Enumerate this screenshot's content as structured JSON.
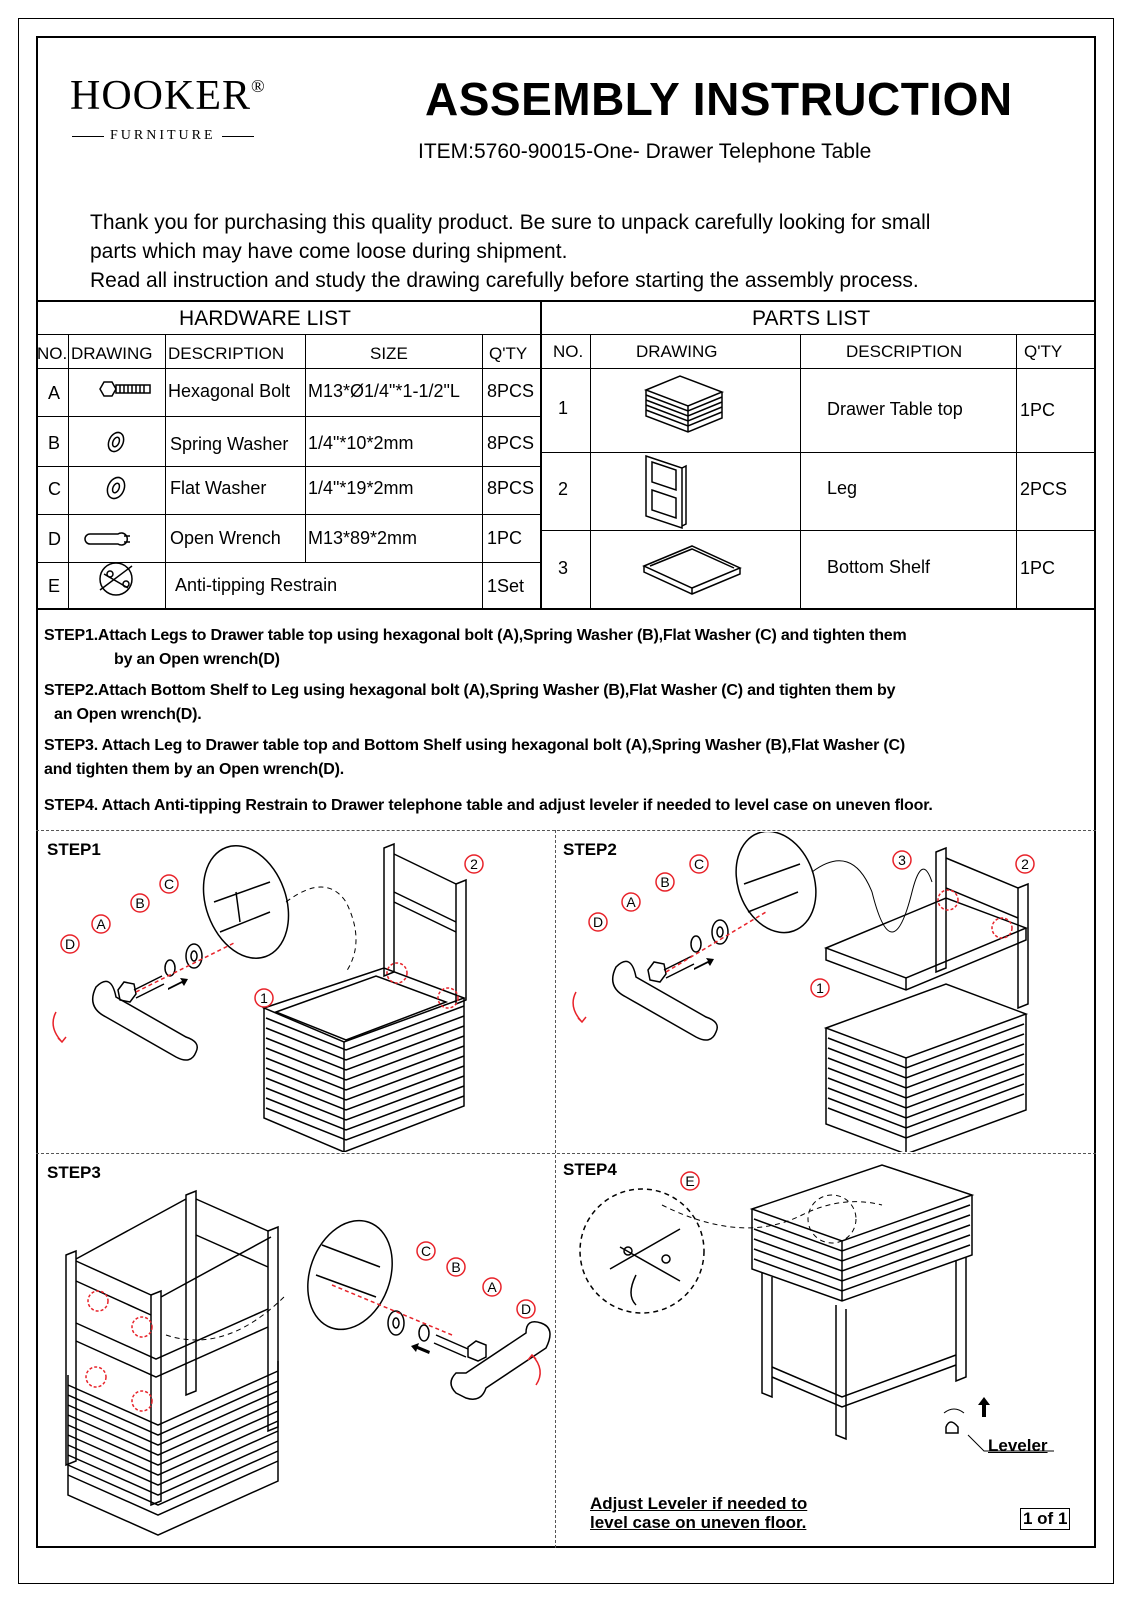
{
  "brand": {
    "name": "HOOKER",
    "reg": "®",
    "sub": "FURNITURE"
  },
  "title": "ASSEMBLY INSTRUCTION",
  "item": "ITEM:5760-90015-One- Drawer Telephone Table",
  "intro": [
    "Thank you for purchasing this quality product. Be sure to unpack carefully looking for small",
    "parts which may have come loose during shipment.",
    "Read all instruction and study the drawing carefully before starting the assembly process."
  ],
  "hardware": {
    "heading": "HARDWARE LIST",
    "columns": [
      "NO.",
      "DRAWING",
      "DESCRIPTION",
      "SIZE",
      "Q'TY"
    ],
    "rows": [
      {
        "no": "A",
        "icon": "hexagonal-bolt-icon",
        "desc": "Hexagonal Bolt",
        "size": "M13*Ø1/4\"*1-1/2\"L",
        "qty": "8PCS"
      },
      {
        "no": "B",
        "icon": "spring-washer-icon",
        "desc": "Spring Washer",
        "size": "1/4\"*10*2mm",
        "qty": "8PCS"
      },
      {
        "no": "C",
        "icon": "flat-washer-icon",
        "desc": "Flat Washer",
        "size": "1/4\"*19*2mm",
        "qty": "8PCS"
      },
      {
        "no": "D",
        "icon": "open-wrench-icon",
        "desc": "Open Wrench",
        "size": "M13*89*2mm",
        "qty": "1PC"
      },
      {
        "no": "E",
        "icon": "anti-tipping-restrain-icon",
        "desc": "Anti-tipping Restrain",
        "size": "",
        "qty": "1Set"
      }
    ]
  },
  "parts": {
    "heading": "PARTS LIST",
    "columns": [
      "NO.",
      "DRAWING",
      "DESCRIPTION",
      "Q'TY"
    ],
    "rows": [
      {
        "no": "1",
        "icon": "drawer-table-top-icon",
        "desc": "Drawer Table top",
        "qty": "1PC"
      },
      {
        "no": "2",
        "icon": "leg-icon",
        "desc": "Leg",
        "qty": "2PCS"
      },
      {
        "no": "3",
        "icon": "bottom-shelf-icon",
        "desc": "Bottom Shelf",
        "qty": "1PC"
      }
    ]
  },
  "steps": [
    {
      "line1": "STEP1.Attach Legs to Drawer table top using hexagonal bolt (A),Spring Washer (B),Flat Washer (C) and tighten them",
      "line2": "by  an Open wrench(D)"
    },
    {
      "line1": "STEP2.Attach Bottom Shelf to Leg  using hexagonal bolt (A),Spring Washer (B),Flat Washer (C) and tighten them by",
      "line2": "an Open wrench(D)."
    },
    {
      "line1": "STEP3. Attach Leg to Drawer table top and Bottom Shelf using hexagonal bolt (A),Spring Washer (B),Flat Washer (C)",
      "line2": "and tighten them by an Open wrench(D)."
    },
    {
      "line1": "STEP4. Attach Anti-tipping Restrain to Drawer telephone table and adjust leveler if needed to level case on uneven floor.",
      "line2": ""
    }
  ],
  "panels": {
    "step1": {
      "label": "STEP1",
      "callouts": [
        "A",
        "B",
        "C",
        "D",
        "1",
        "2"
      ]
    },
    "step2": {
      "label": "STEP2",
      "callouts": [
        "A",
        "B",
        "C",
        "D",
        "1",
        "2",
        "3"
      ]
    },
    "step3": {
      "label": "STEP3",
      "callouts": [
        "A",
        "B",
        "C",
        "D"
      ]
    },
    "step4": {
      "label": "STEP4",
      "callouts": [
        "E"
      ],
      "leveler": "Leveler",
      "note_line1": "Adjust Leveler if needed to",
      "note_line2": "level case on uneven floor."
    }
  },
  "page": "1 of 1",
  "colors": {
    "accent": "#e8232a",
    "ink": "#000000"
  }
}
